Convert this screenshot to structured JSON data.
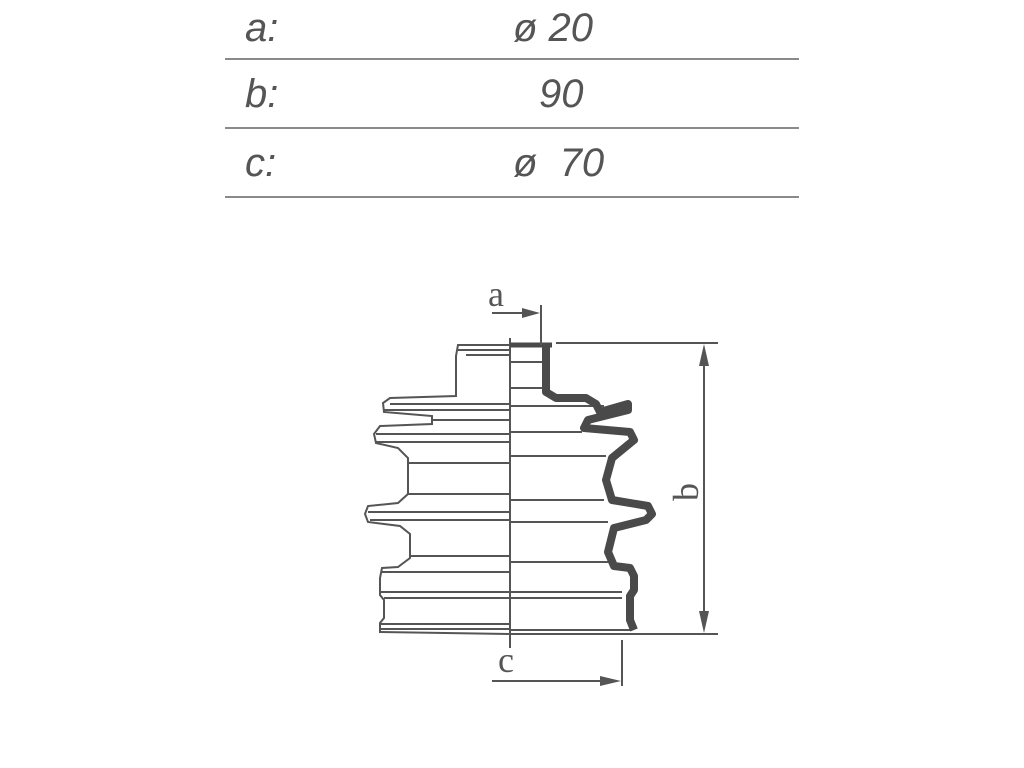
{
  "dimensions": [
    {
      "key": "a:",
      "value": "ø 20"
    },
    {
      "key": "b:",
      "value": "90"
    },
    {
      "key": "c:",
      "value": "ø  70"
    }
  ],
  "drawing": {
    "label_a": "a",
    "label_b": "b",
    "label_c": "c",
    "line_color": "#555555"
  }
}
